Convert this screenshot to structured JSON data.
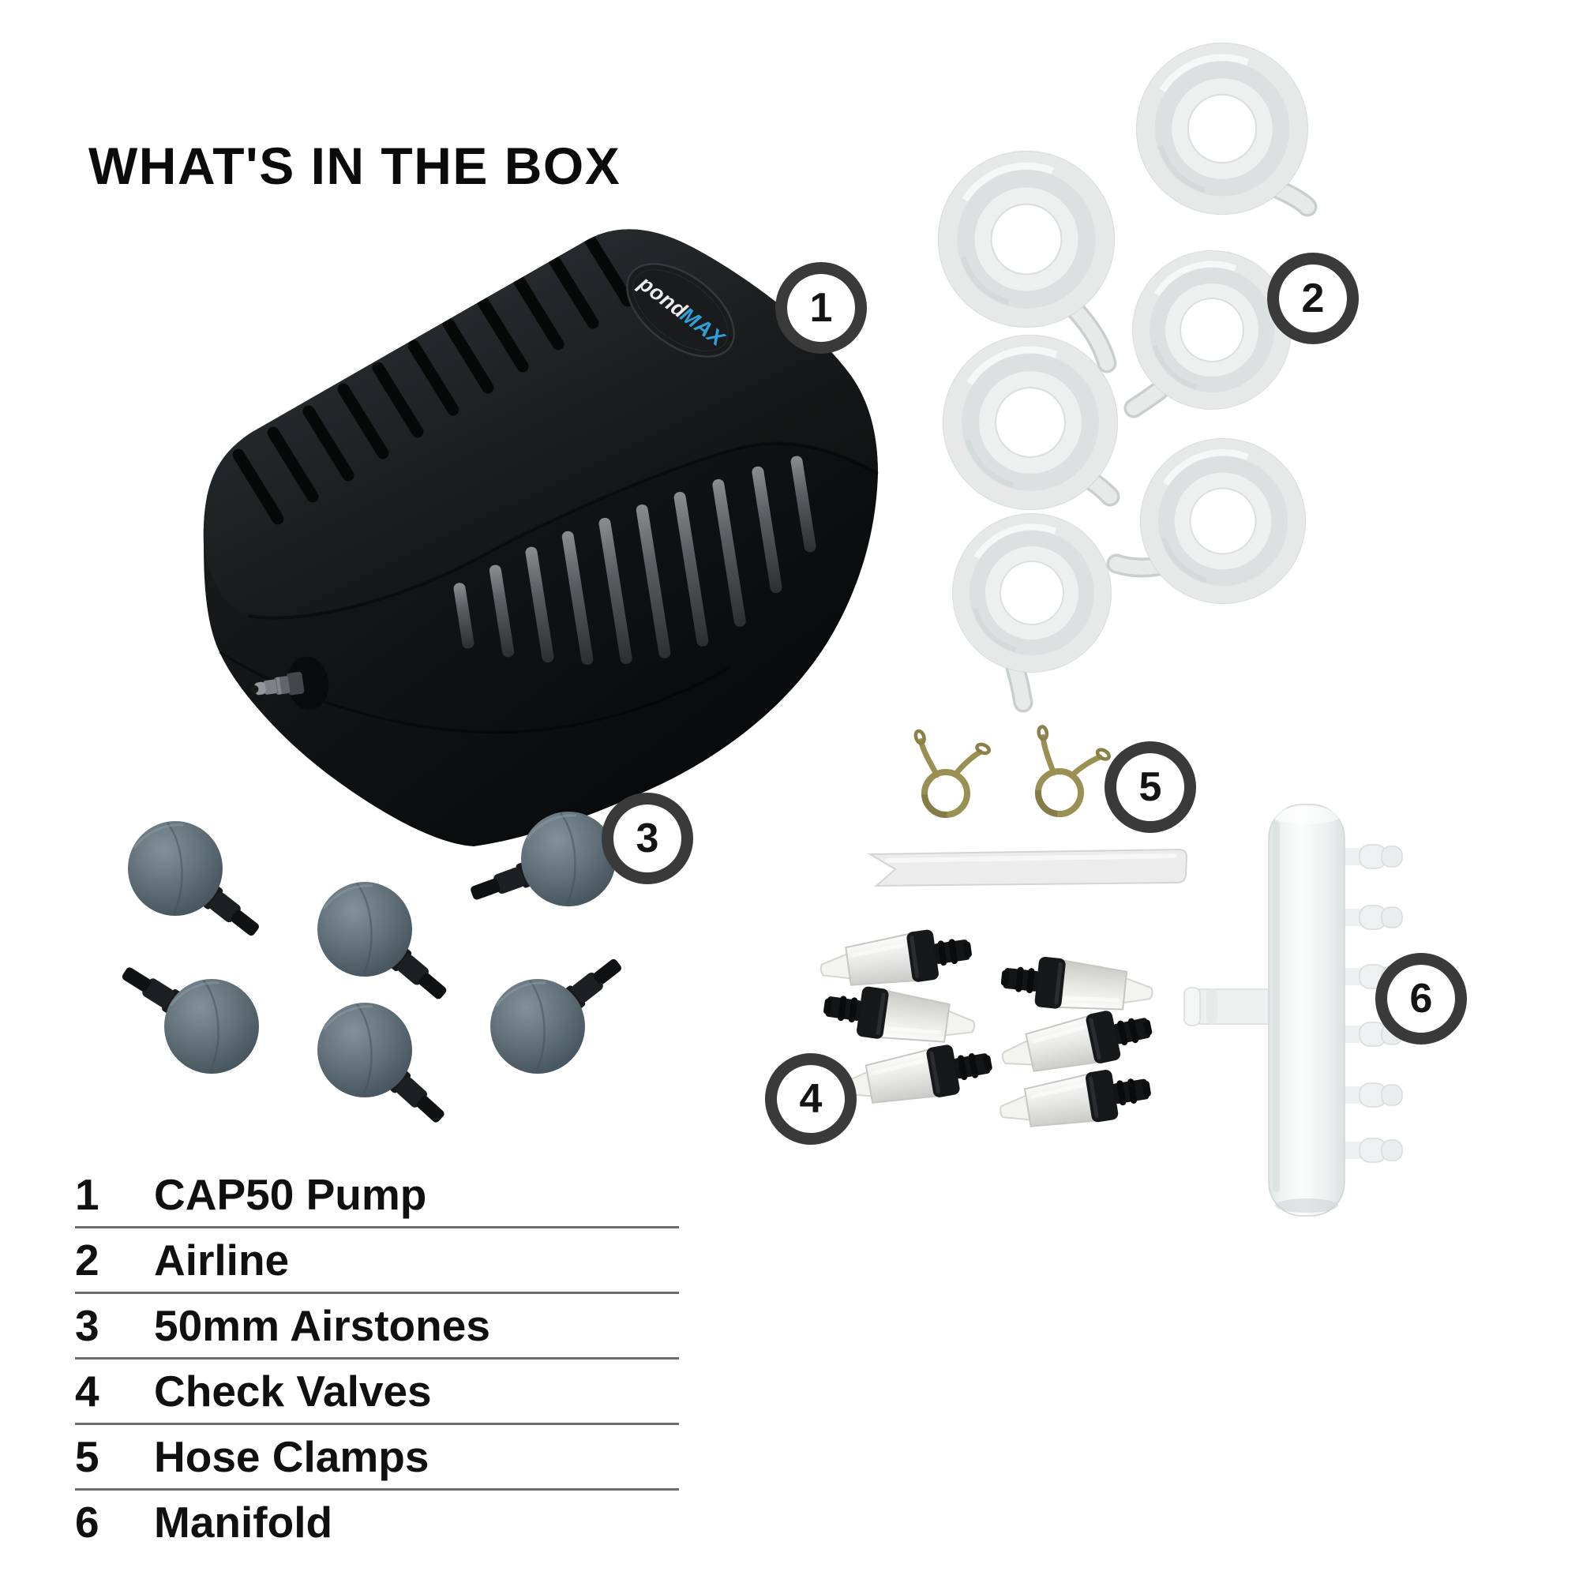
{
  "title": "WHAT'S IN THE BOX",
  "pump": {
    "brand_pond": "pond",
    "brand_max": "MAX"
  },
  "callouts": {
    "c1": "1",
    "c2": "2",
    "c3": "3",
    "c4": "4",
    "c5": "5",
    "c6": "6"
  },
  "legend": {
    "items": [
      {
        "num": "1",
        "label": "CAP50 Pump"
      },
      {
        "num": "2",
        "label": "Airline"
      },
      {
        "num": "3",
        "label": "50mm Airstones"
      },
      {
        "num": "4",
        "label": "Check Valves"
      },
      {
        "num": "5",
        "label": "Hose Clamps"
      },
      {
        "num": "6",
        "label": "Manifold"
      }
    ]
  },
  "depicted_quantities": {
    "airline_coils": 6,
    "airstones": 6,
    "check_valves": 6,
    "hose_clamps": 2,
    "spacer_tubes": 1,
    "manifolds": 1,
    "manifold_outlets": 6
  },
  "colors": {
    "background": "#ffffff",
    "text": "#0b0b0b",
    "badge_ring": "#3a3a3a",
    "legend_divider": "#6d6d6d",
    "pump_body_dark": "#131516",
    "logo_blue": "#2f9fd6",
    "airline_white": "#e8eaea",
    "airstone_gray": "#5d6c72",
    "clamp_brass": "#9a9054",
    "manifold_white": "#f2f4f4"
  }
}
